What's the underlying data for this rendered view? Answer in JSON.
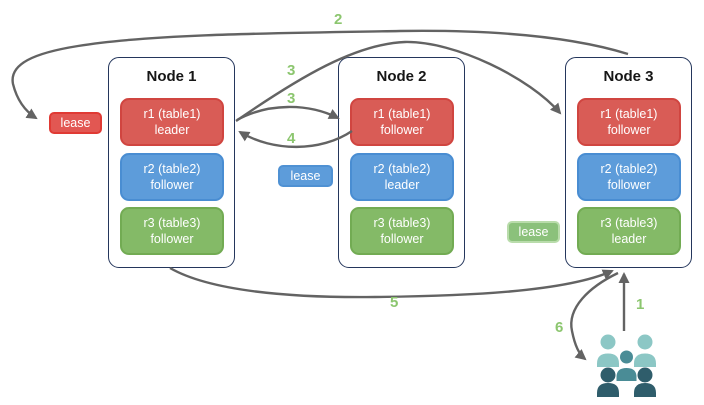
{
  "nodes": [
    {
      "title": "Node 1",
      "replicas": [
        {
          "name": "r1 (table1)",
          "role": "leader",
          "color": "red"
        },
        {
          "name": "r2 (table2)",
          "role": "follower",
          "color": "blue"
        },
        {
          "name": "r3 (table3)",
          "role": "follower",
          "color": "green"
        }
      ]
    },
    {
      "title": "Node 2",
      "replicas": [
        {
          "name": "r1 (table1)",
          "role": "follower",
          "color": "red"
        },
        {
          "name": "r2 (table2)",
          "role": "leader",
          "color": "blue"
        },
        {
          "name": "r3 (table3)",
          "role": "follower",
          "color": "green"
        }
      ]
    },
    {
      "title": "Node 3",
      "replicas": [
        {
          "name": "r1 (table1)",
          "role": "follower",
          "color": "red"
        },
        {
          "name": "r2 (table2)",
          "role": "follower",
          "color": "blue"
        },
        {
          "name": "r3 (table3)",
          "role": "leader",
          "color": "green"
        }
      ]
    }
  ],
  "leases": {
    "red": {
      "label": "lease"
    },
    "blue": {
      "label": "lease"
    },
    "green": {
      "label": "lease"
    }
  },
  "step_labels": {
    "s1": "1",
    "s2": "2",
    "s3a": "3",
    "s3b": "3",
    "s4": "4",
    "s5": "5",
    "s6": "6"
  },
  "icons": {
    "users": "users-group-icon"
  },
  "colors": {
    "replica_red": "#d95c56",
    "replica_blue": "#5d9cda",
    "replica_green": "#84ba67",
    "lease_red": "#e25752",
    "lease_blue": "#5d9cda",
    "lease_green": "#8bc17b",
    "node_border": "#24365c",
    "arrow": "#636363",
    "step_label": "#8cc66f",
    "users_light": "#8cc7c5",
    "users_mid": "#4a8c96",
    "users_dark": "#2f5d6b"
  }
}
